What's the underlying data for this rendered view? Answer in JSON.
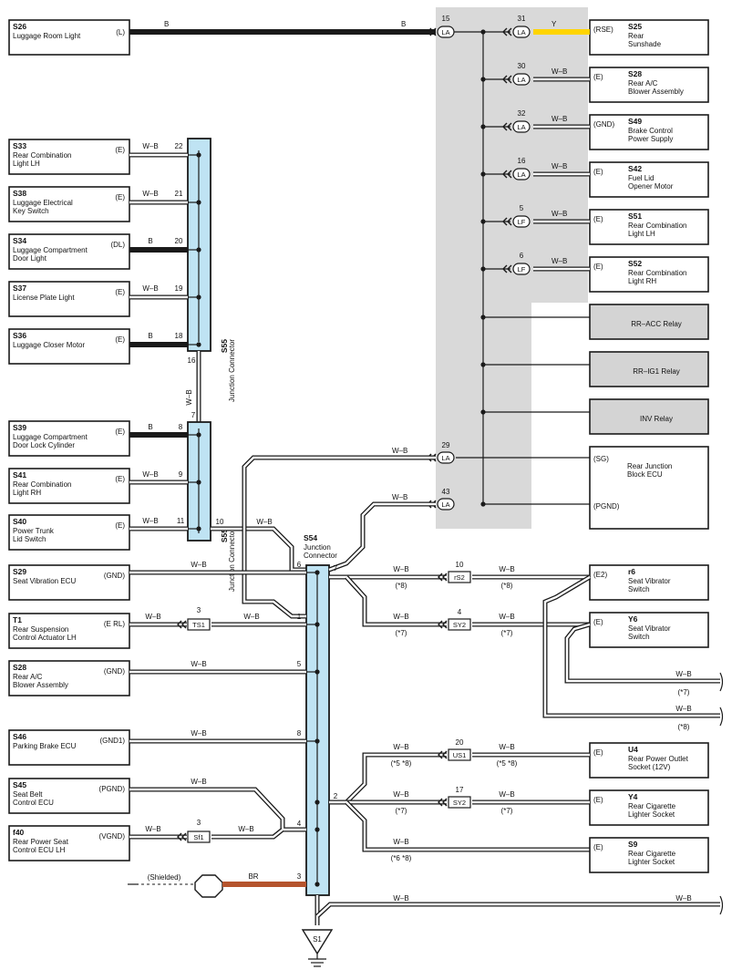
{
  "diagram": {
    "top_left": {
      "code": "S26",
      "name": [
        "Luggage Room Light"
      ],
      "term": "(L)",
      "wire": "B",
      "wire2": "B"
    },
    "left_top_components": [
      {
        "code": "S33",
        "name": [
          "Rear Combination",
          "Light LH"
        ],
        "term": "(E)",
        "wire": "W–B",
        "pin": "22"
      },
      {
        "code": "S38",
        "name": [
          "Luggage Electrical",
          "Key Switch"
        ],
        "term": "(E)",
        "wire": "W–B",
        "pin": "21"
      },
      {
        "code": "S34",
        "name": [
          "Luggage Compartment",
          "Door Light"
        ],
        "term": "(DL)",
        "wire": "B",
        "pin": "20"
      },
      {
        "code": "S37",
        "name": [
          "License Plate Light"
        ],
        "term": "(E)",
        "wire": "W–B",
        "pin": "19"
      },
      {
        "code": "S36",
        "name": [
          "Luggage Closer Motor"
        ],
        "term": "(E)",
        "wire": "B",
        "pin": "18"
      }
    ],
    "jc1": {
      "code": "S55",
      "label": "Junction Connector",
      "pin_out": "16",
      "wire": "W–B",
      "pin_in": "7"
    },
    "left_mid_components": [
      {
        "code": "S39",
        "name": [
          "Luggage Compartment",
          "Door Lock Cylinder"
        ],
        "term": "(E)",
        "wire": "B",
        "pin": "8"
      },
      {
        "code": "S41",
        "name": [
          "Rear Combination",
          "Light RH"
        ],
        "term": "(E)",
        "wire": "W–B",
        "pin": "9"
      },
      {
        "code": "S40",
        "name": [
          "Power Trunk",
          "Lid Switch"
        ],
        "term": "(E)",
        "wire": "W–B",
        "pin": "11"
      }
    ],
    "jc2": {
      "code": "S55",
      "label": "Junction Connector",
      "pin_out": "10",
      "wire": "W–B"
    },
    "jc3": {
      "code": "S54",
      "label": [
        "Junction",
        "Connector"
      ]
    },
    "left_bottom_components": [
      {
        "code": "S29",
        "name": [
          "Seat Vibration ECU"
        ],
        "term": "(GND)",
        "wire": "W–B",
        "pin": "6"
      },
      {
        "code": "T1",
        "name": [
          "Rear Suspension",
          "Control Actuator LH"
        ],
        "term": "(E RL)",
        "wire": "W–B",
        "conn": "TS1",
        "conn_pin": "3",
        "wire2": "W–B",
        "pin": "1"
      },
      {
        "code": "S28",
        "name": [
          "Rear A/C",
          "Blower Assembly"
        ],
        "term": "(GND)",
        "wire": "W–B",
        "pin": "5"
      },
      {
        "code": "S46",
        "name": [
          "Parking Brake ECU"
        ],
        "term": "(GND1)",
        "wire": "W–B",
        "pin": "8"
      },
      {
        "code": "S45",
        "name": [
          "Seat Belt",
          "Control ECU"
        ],
        "term": "(PGND)",
        "wire": "W–B",
        "pin": "4"
      },
      {
        "code": "f40",
        "name": [
          "Rear Power Seat",
          "Control ECU LH"
        ],
        "term": "(VGND)",
        "wire": "W–B",
        "conn": "Sf1",
        "conn_pin": "3",
        "wire2": "W–B"
      }
    ],
    "shield": {
      "label": "(Shielded)",
      "wire": "BR",
      "pin": "3"
    },
    "jc3_pins": {
      "p7": "7",
      "p2": "2"
    },
    "right_top_components": [
      {
        "code": "S25",
        "name": [
          "Rear",
          "Sunshade"
        ],
        "term": "(RSE)",
        "wire": "Y",
        "conn": "LA",
        "pin": "31"
      },
      {
        "code": "S28",
        "name": [
          "Rear A/C",
          "Blower Assembly"
        ],
        "term": "(E)",
        "wire": "W–B",
        "conn": "LA",
        "pin": "30"
      },
      {
        "code": "S49",
        "name": [
          "Brake Control",
          "Power Supply"
        ],
        "term": "(GND)",
        "wire": "W–B",
        "conn": "LA",
        "pin": "32"
      },
      {
        "code": "S42",
        "name": [
          "Fuel Lid",
          "Opener Motor"
        ],
        "term": "(E)",
        "wire": "W–B",
        "conn": "LA",
        "pin": "16"
      },
      {
        "code": "S51",
        "name": [
          "Rear Combination",
          "Light LH"
        ],
        "term": "(E)",
        "wire": "W–B",
        "conn": "LF",
        "pin": "5"
      },
      {
        "code": "S52",
        "name": [
          "Rear Combination",
          "Light RH"
        ],
        "term": "(E)",
        "wire": "W–B",
        "conn": "LF",
        "pin": "6"
      }
    ],
    "la15": {
      "conn": "LA",
      "pin": "15"
    },
    "relays": [
      "RR–ACC Relay",
      "RR–IG1 Relay",
      "INV Relay"
    ],
    "junction_block": {
      "name": [
        "Rear Junction",
        "Block ECU"
      ],
      "term1": "(SG)",
      "term2": "(PGND)",
      "w1": "W–B",
      "p1": "29",
      "c1": "LA",
      "w2": "W–B",
      "p2": "43",
      "c2": "LA"
    },
    "right_bottom_components": [
      {
        "code": "r6",
        "name": [
          "Seat Vibrator",
          "Switch"
        ],
        "term": "(E2)",
        "wire": "W–B",
        "note": "(*8)",
        "conn": "rS2",
        "pin": "10",
        "wire2": "W–B",
        "note2": "(*8)"
      },
      {
        "code": "Y6",
        "name": [
          "Seat Vibrator",
          "Switch"
        ],
        "term": "(E)",
        "wire": "W–B",
        "note": "(*7)",
        "conn": "SY2",
        "pin": "4",
        "wire2": "W–B",
        "note2": "(*7)"
      },
      {
        "code": "U4",
        "name": [
          "Rear Power Outlet",
          "Socket (12V)"
        ],
        "term": "(E)",
        "wire": "W–B",
        "note": "(*5 *8)",
        "conn": "US1",
        "pin": "20",
        "wire2": "W–B",
        "note2": "(*5 *8)"
      },
      {
        "code": "Y4",
        "name": [
          "Rear Cigarette",
          "Lighter Socket"
        ],
        "term": "(E)",
        "wire": "W–B",
        "note": "(*7)",
        "conn": "SY2",
        "pin": "17",
        "wire2": "W–B",
        "note2": "(*7)"
      },
      {
        "code": "S9",
        "name": [
          "Rear Cigarette",
          "Lighter Socket"
        ],
        "term": "(E)",
        "wire": "W–B",
        "note": "(*6 *8)"
      }
    ],
    "continuations": [
      {
        "wire": "W–B",
        "note": "(*7)"
      },
      {
        "wire": "W–B",
        "note": "(*8)"
      }
    ],
    "ground": {
      "code": "S1",
      "wire": "W–B",
      "wire2": "W–B"
    }
  },
  "colors": {
    "junction_fill": "#bfe3f3",
    "relay_fill": "#d4d4d4",
    "panel_fill": "#d9d9d9",
    "yellow": "#ffd400",
    "brown": "#b5542d"
  }
}
